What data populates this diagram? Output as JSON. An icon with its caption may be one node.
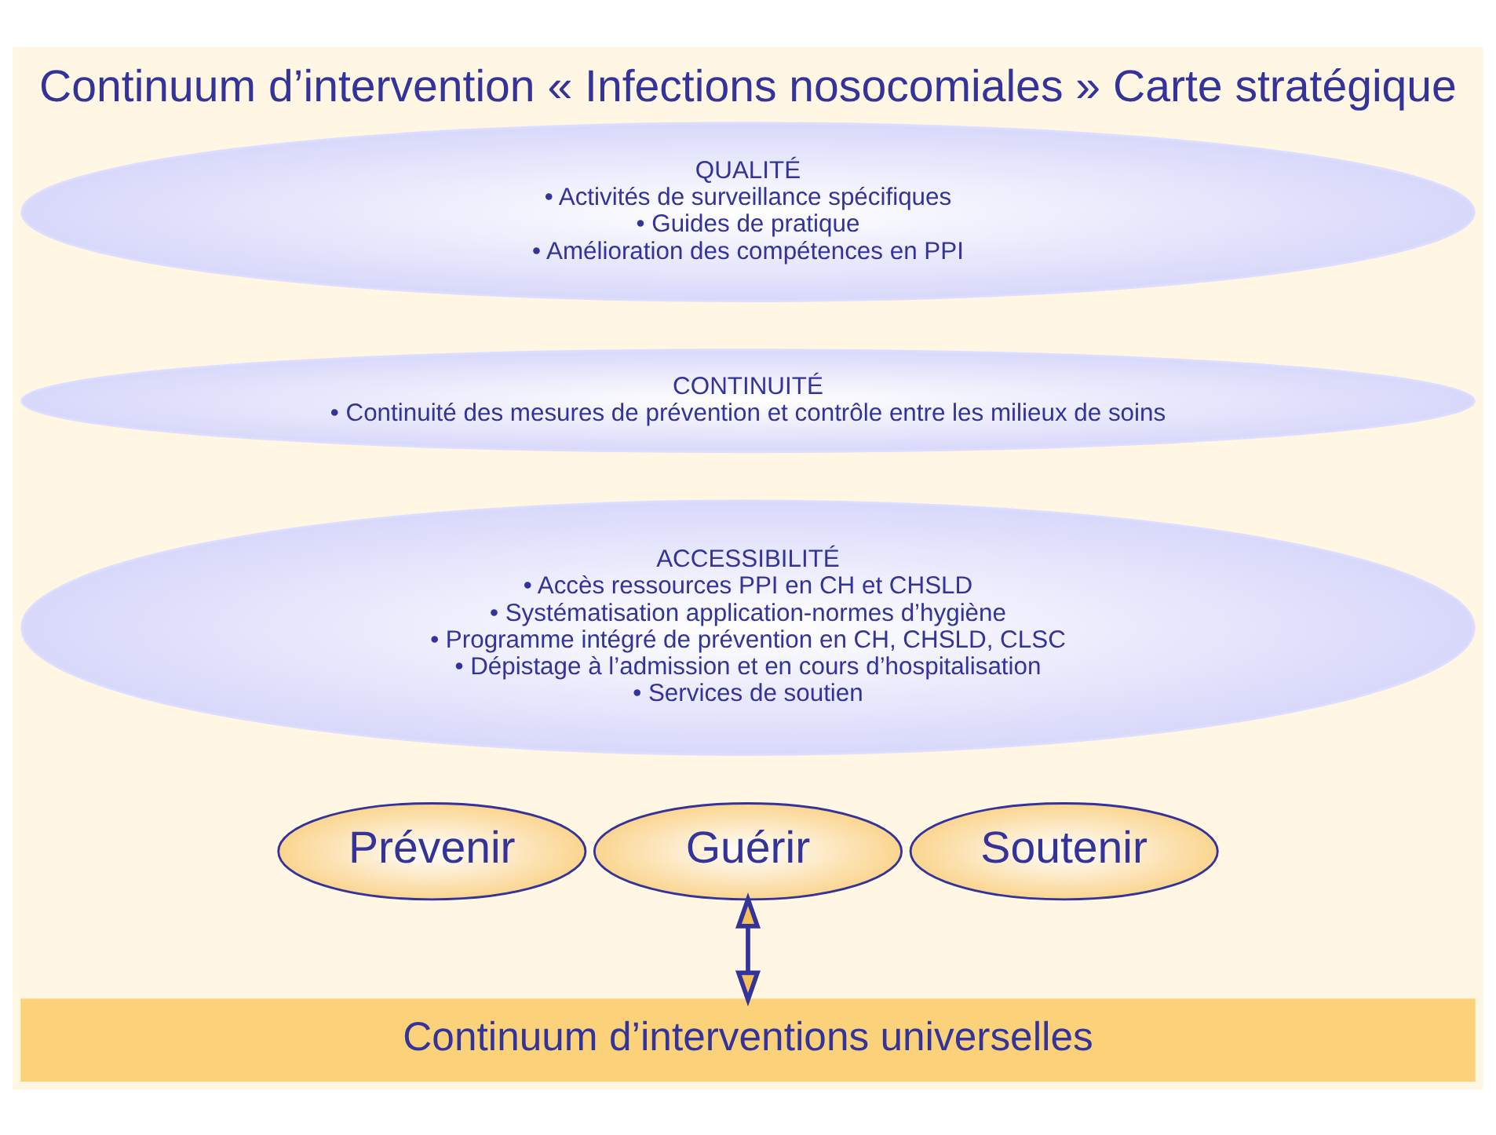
{
  "diagram": {
    "title": "Continuum d’intervention « Infections nosocomiales » Carte stratégique",
    "nodes": [
      {
        "text": [
          "QUALITÉ",
          "• Activités de surveillance spécifiques",
          "• Guides de pratique",
          "• Amélioration des compétences en PPI"
        ]
      },
      {
        "text": [
          "CONTINUITÉ",
          "• Continuité des mesures de prévention et contrôle entre les milieux de soins"
        ]
      },
      {
        "text": [
          "ACCESSIBILITÉ",
          "• Accès ressources PPI en CH et CHSLD",
          "• Systématisation application-normes d’hygiène",
          "• Programme intégré de prévention en CH, CHSLD, CLSC",
          "• Dépistage à l’admission et en cours d’hospitalisation",
          "• Services de soutien"
        ]
      },
      {
        "text": [
          "Prévenir"
        ]
      },
      {
        "text": [
          "Guérir"
        ]
      },
      {
        "text": [
          "Soutenir"
        ]
      },
      {
        "text": [
          "Continuum d’interventions universelles"
        ]
      }
    ],
    "edges": [
      {
        "from": 4,
        "to": 6,
        "arrow": "both"
      }
    ]
  }
}
